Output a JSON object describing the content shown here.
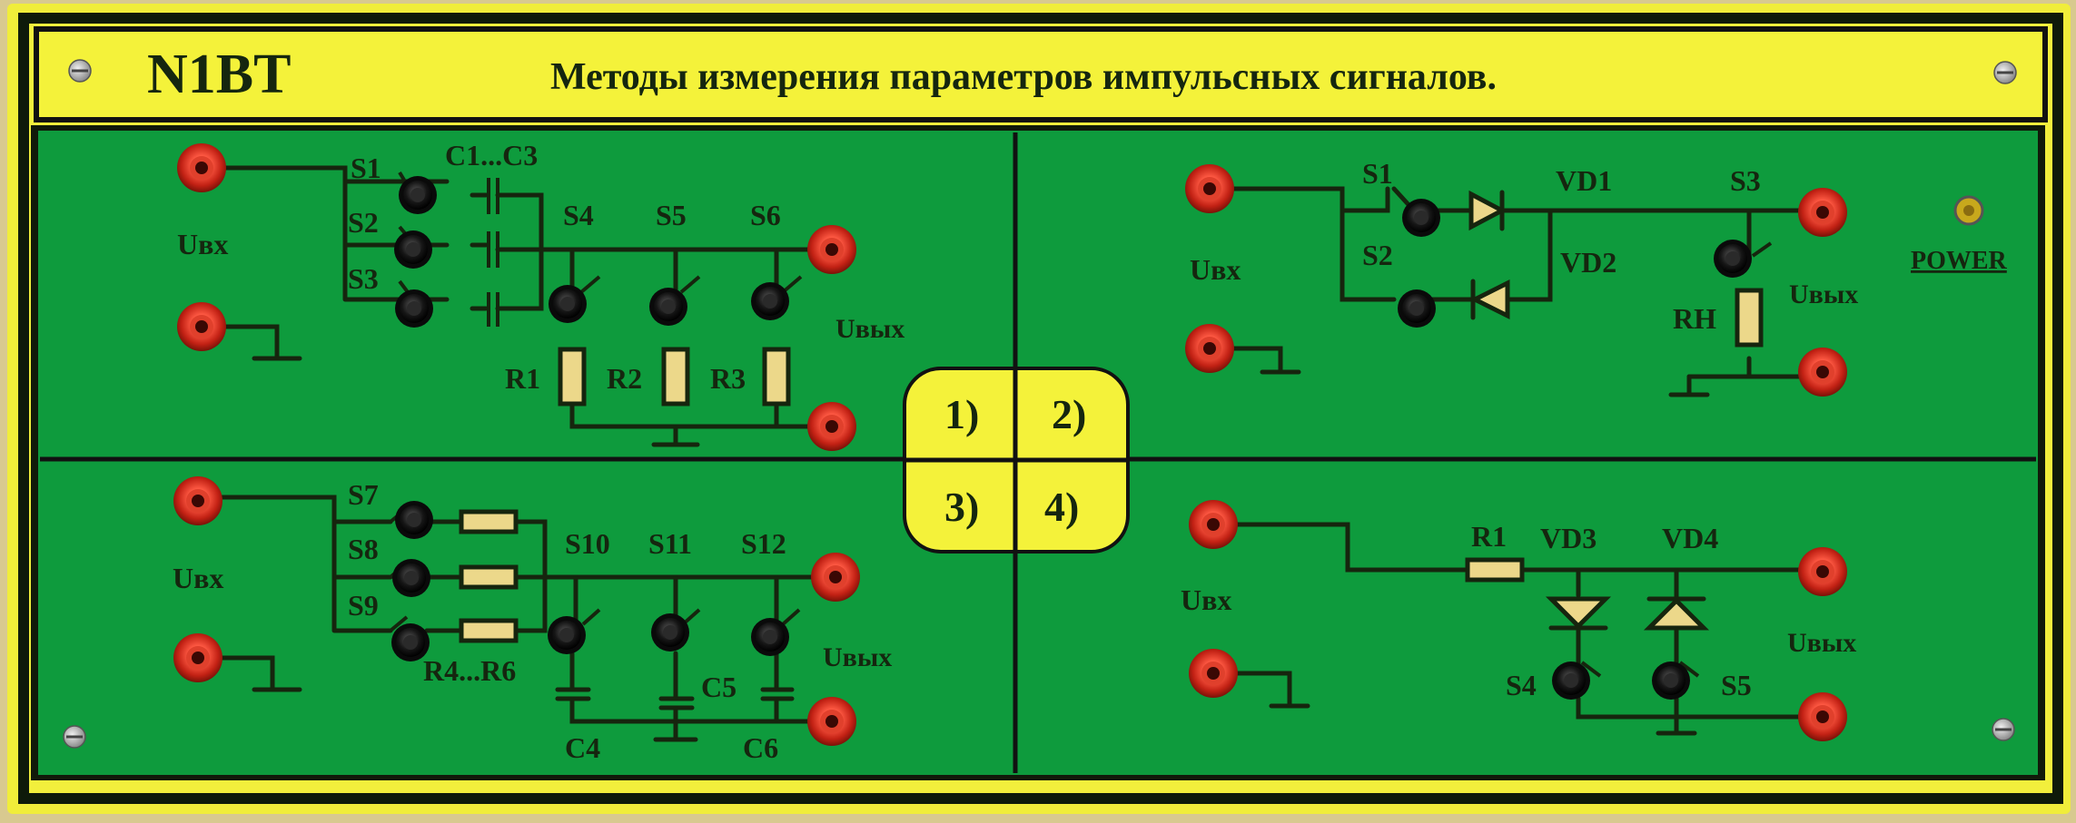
{
  "header": {
    "code": "N1BT",
    "title": "Методы измерения параметров импульсных сигналов."
  },
  "selector": {
    "labels": [
      "1)",
      "2)",
      "3)",
      "4)"
    ]
  },
  "power_label": "POWER",
  "quad1": {
    "input": "Uвх",
    "output": "Uвых",
    "switches": [
      "S1",
      "S2",
      "S3",
      "S4",
      "S5",
      "S6"
    ],
    "caps": "C1...C3",
    "resistors": [
      "R1",
      "R2",
      "R3"
    ]
  },
  "quad2": {
    "input": "Uвх",
    "output": "Uвых",
    "switches": [
      "S1",
      "S2",
      "S3"
    ],
    "diodes": [
      "VD1",
      "VD2"
    ],
    "load": "RH"
  },
  "quad3": {
    "input": "Uвх",
    "output": "Uвых",
    "switches": [
      "S7",
      "S8",
      "S9",
      "S10",
      "S11",
      "S12"
    ],
    "resistors": "R4...R6",
    "caps": [
      "C4",
      "C5",
      "C6"
    ]
  },
  "quad4": {
    "input": "Uвх",
    "output": "Uвых",
    "resistor": "R1",
    "diodes": [
      "VD3",
      "VD4"
    ],
    "switches": [
      "S4",
      "S5"
    ]
  },
  "colors": {
    "panel": "#0d9a3c",
    "frame": "#f2f03a",
    "trace": "#16250e",
    "jack": "#c8261a"
  }
}
